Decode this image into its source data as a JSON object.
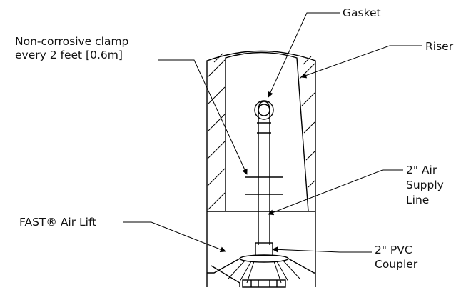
{
  "labels": {
    "gasket": "Gasket",
    "riser": "Riser",
    "clamp_line1": "Non-corrosive clamp",
    "clamp_line2": "every 2 feet [0.6m]",
    "air_supply_line1": "2\" Air",
    "air_supply_line2": "Supply",
    "air_supply_line3": "Line",
    "air_lift": "FAST® Air Lift",
    "coupler_line1": "2\" PVC",
    "coupler_line2": "Coupler"
  }
}
